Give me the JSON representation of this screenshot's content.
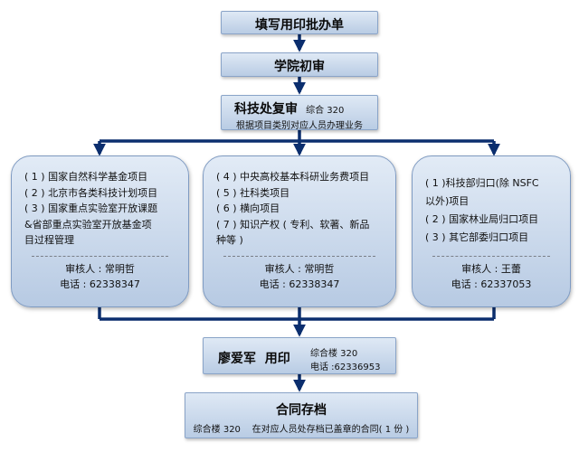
{
  "colors": {
    "line": "#0b2e6e",
    "box_top": "#dfe9f5",
    "box_bottom": "#b9cce4"
  },
  "steps": {
    "fill_form": {
      "title": "填写用印批办单"
    },
    "college": {
      "title": "学院初审"
    },
    "office": {
      "title": "科技处复审",
      "location": "综合 320",
      "note": "根据项目类别对应人员办理业务"
    },
    "seal": {
      "title": "廖爱军  用印",
      "location": "综合楼 320",
      "phone": "电话 :62336953"
    },
    "archive": {
      "title": "合同存档",
      "note": "综合楼 320    在对应人员处存档已盖章的合同( 1 份 )"
    }
  },
  "panels": [
    {
      "items": [
        "( 1 ) 国家自然科学基金项目",
        "( 2 ) 北京市各类科技计划项目",
        "( 3 ) 国家重点实验室开放课题",
        "&省部重点实验室开放基金项",
        "目过程管理"
      ],
      "reviewer": "审核人 : 常明哲",
      "phone": "电话 : 62338347"
    },
    {
      "items": [
        "( 4 ) 中央高校基本科研业务费项目",
        "( 5 ) 社科类项目",
        "( 6 ) 横向项目",
        "( 7 ) 知识产权 ( 专利、软著、新品",
        "种等 )"
      ],
      "reviewer": "审核人 : 常明哲",
      "phone": "电话 : 62338347"
    },
    {
      "items": [
        "( 1 )科技部归口(除 NSFC",
        "以外)项目",
        "( 2 ) 国家林业局归口项目",
        "( 3 ) 其它部委归口项目"
      ],
      "reviewer": "审核人 : 王蕾",
      "phone": "电话 : 62337053"
    }
  ]
}
